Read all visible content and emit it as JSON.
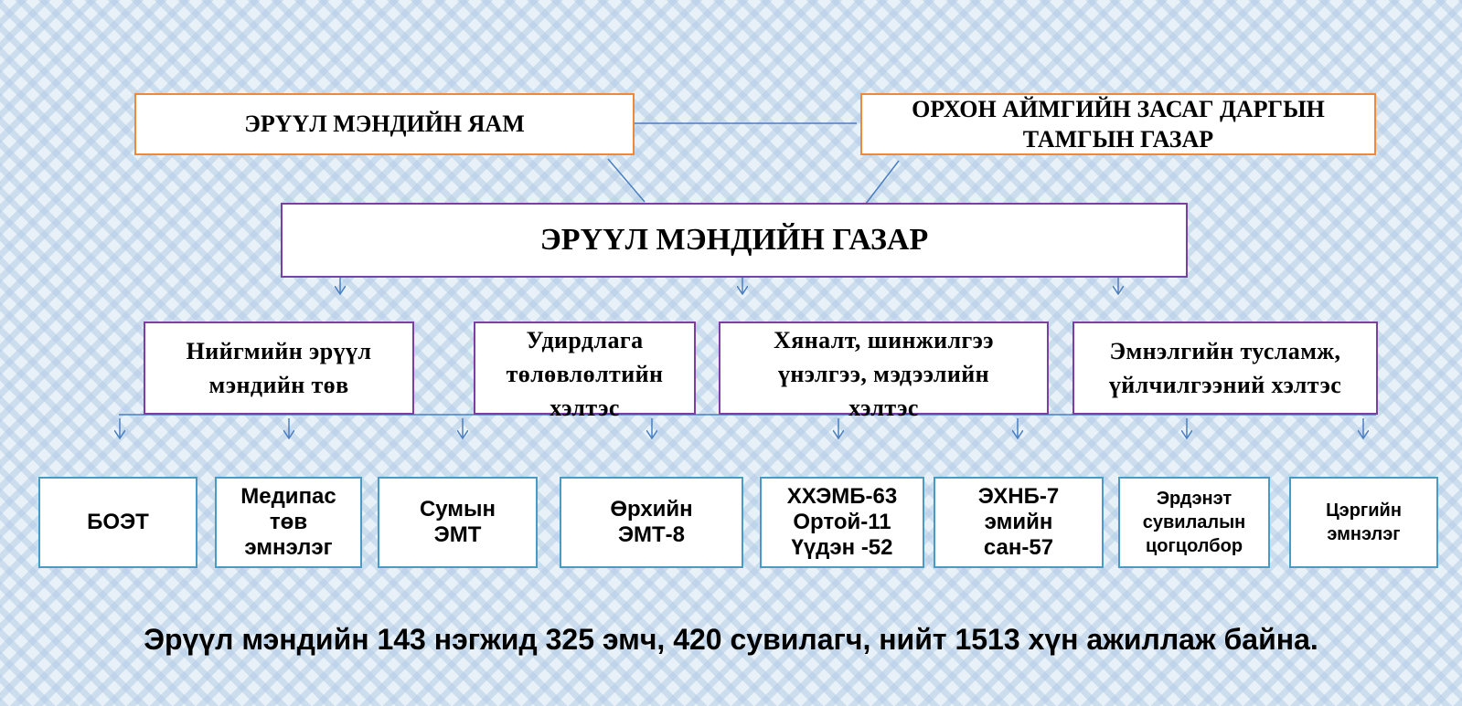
{
  "top": {
    "ministry": "ЭРҮҮЛ МЭНДИЙН ЯАМ",
    "governor_office": "ОРХОН АЙМГИЙН ЗАСАГ ДАРГЫН ТАМГЫН ГАЗАР"
  },
  "main": {
    "title": "ЭРҮҮЛ МЭНДИЙН ГАЗАР"
  },
  "departments": [
    "Нийгмийн эрүүл мэндийн төв",
    "Удирдлага төлөвлөлтийн хэлтэс",
    "Хяналт, шинжилгээ үнэлгээ, мэдээлийн хэлтэс",
    "Эмнэлгийн тусламж, үйлчилгээний хэлтэс"
  ],
  "units": [
    "БОЭТ",
    "Медипас төв эмнэлэг",
    "Сумын ЭМТ",
    "Өрхийн ЭМТ-8",
    "ХХЭМБ-63 Ортой-11 Үүдэн -52",
    "ЭХНБ-7 эмийн сан-57",
    "Эрдэнэт сувилалын цогцолбор",
    "Цэргийн эмнэлэг"
  ],
  "footer": "Эрүүл мэндийн 143 нэгжид 325 эмч, 420 сувилагч, нийт 1513 хүн ажиллаж байна.",
  "colors": {
    "orange": "#f0883a",
    "purple": "#7a3fa0",
    "blue": "#4a9bc4",
    "connector": "#4a7fc0"
  }
}
